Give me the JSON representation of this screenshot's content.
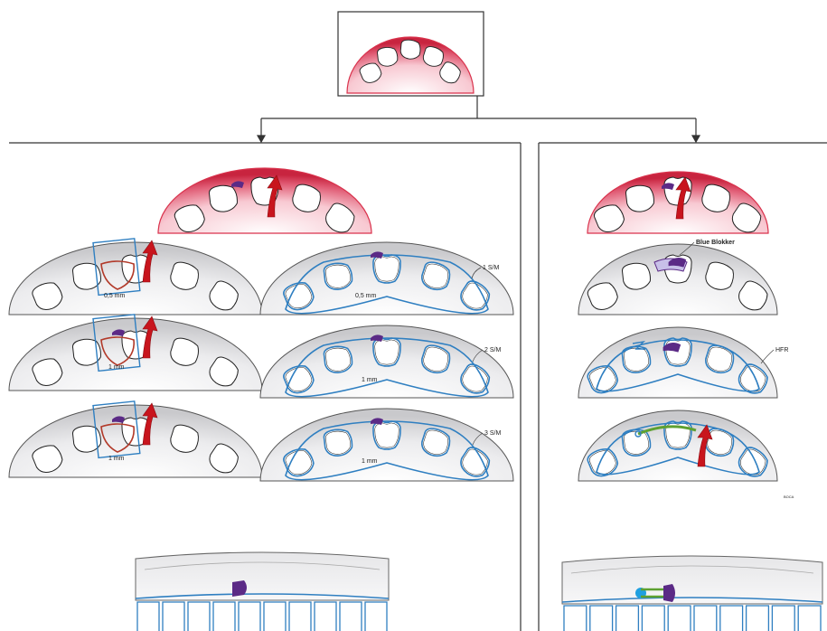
{
  "colors": {
    "gum_red": "#d9324c",
    "gum_pink": "#f5b6c2",
    "arch_gray": "#d4d4d6",
    "aligner_blue": "#2f7fc1",
    "incision_red": "#b23a2a",
    "purple_attachment": "#5b2a86",
    "arrow_red": "#c8151d",
    "wire_green": "#5ea131",
    "button_blue": "#1fa0e0"
  },
  "icons": {
    "movement_arrow": "curved-red-arrow",
    "attachment": "purple-composite-attachment",
    "elastic": "green-elastic-band"
  },
  "left_panel": {
    "left_column": [
      {
        "measure": "0,5 mm"
      },
      {
        "measure": "1 mm"
      },
      {
        "measure": "1 mm"
      }
    ],
    "right_column": [
      {
        "label": "1 S/M",
        "measure": "0,5 mm"
      },
      {
        "label": "2 S/M",
        "measure": "1 mm"
      },
      {
        "label": "3 S/M",
        "measure": "1 mm"
      }
    ]
  },
  "right_panel": {
    "labels": {
      "blue_blokker": "Blue Blokker",
      "hfr": "HFR",
      "credit": "BOCA"
    }
  }
}
